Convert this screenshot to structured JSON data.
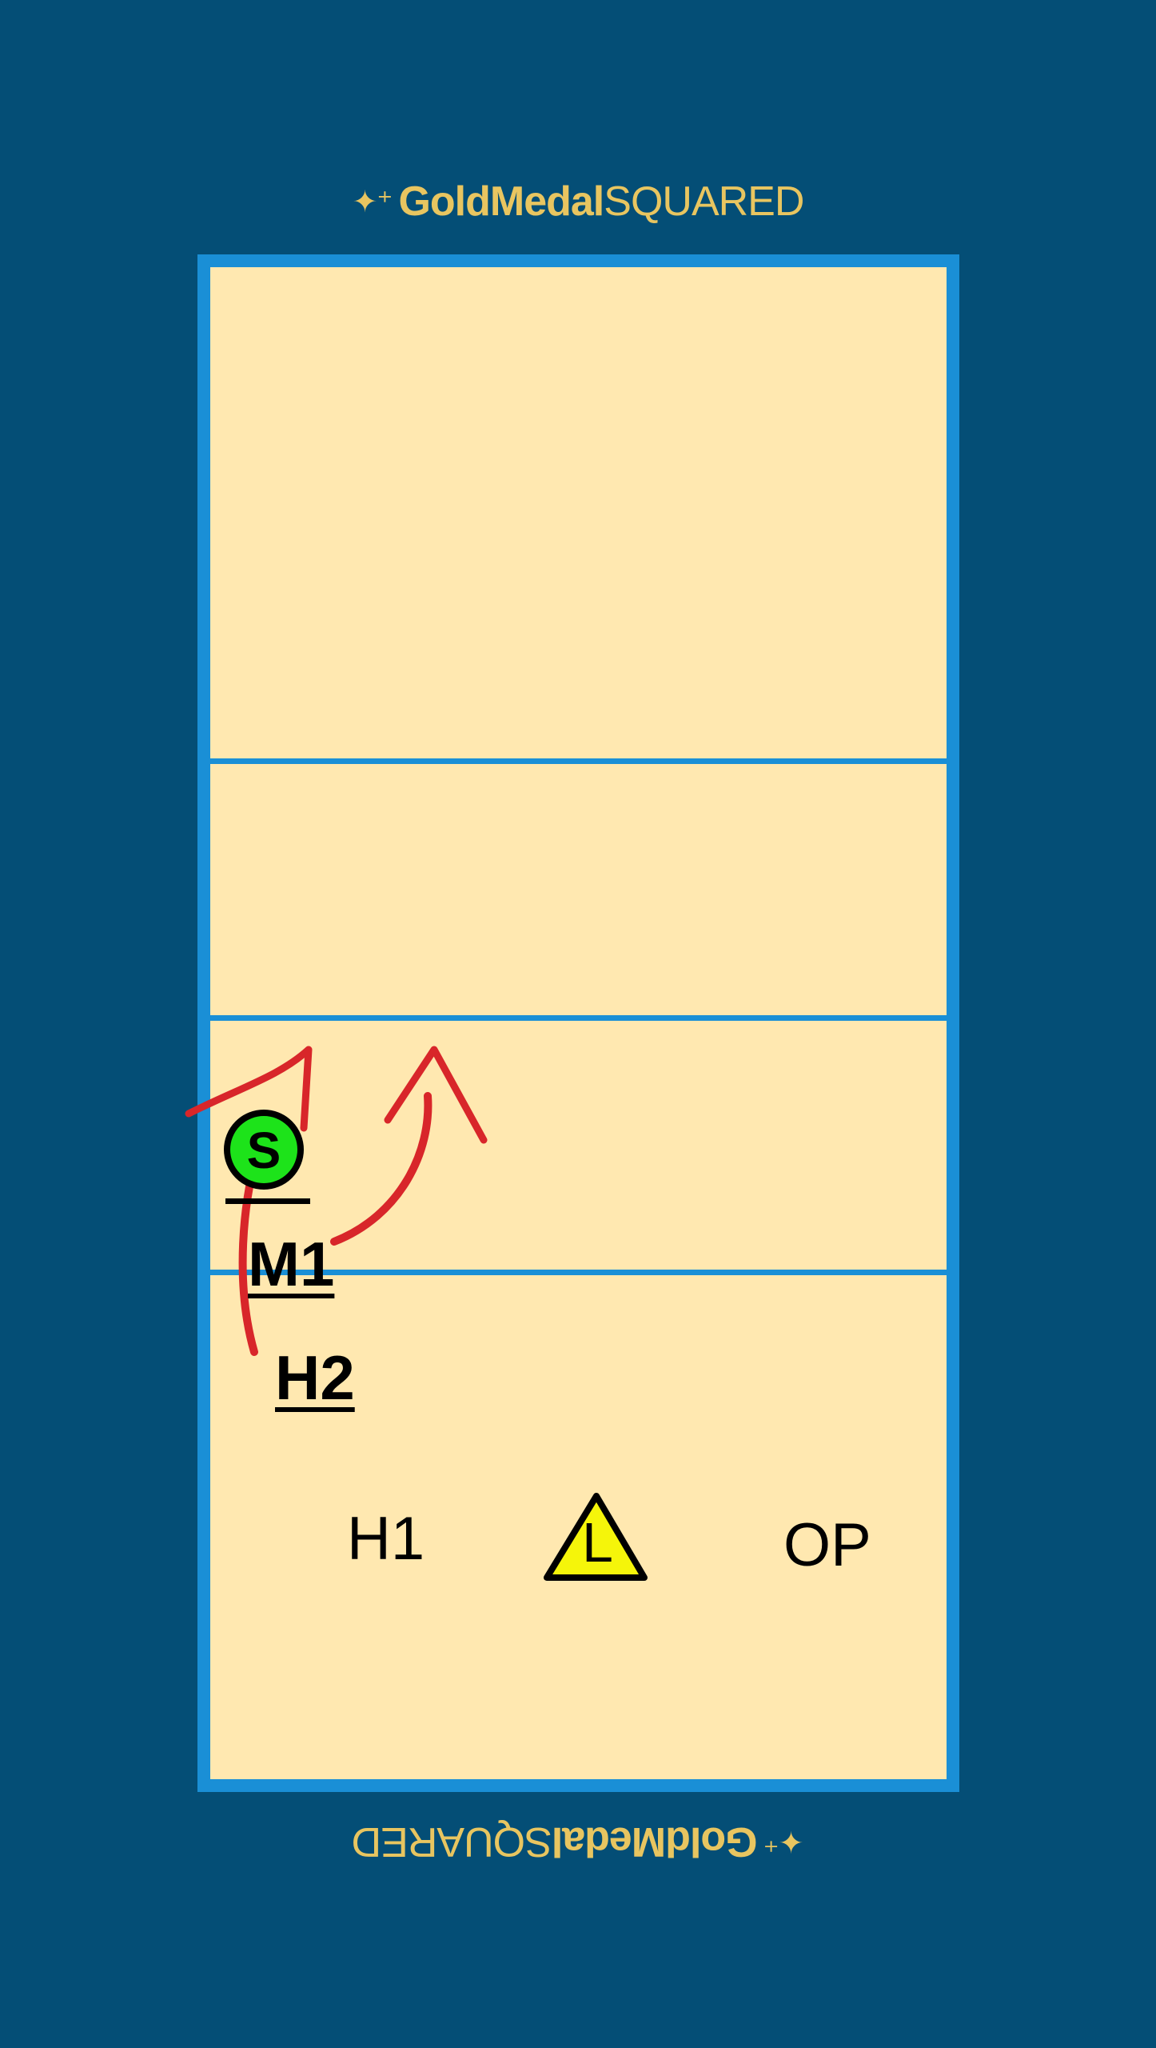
{
  "branding": {
    "logo_bold": "GoldMedal",
    "logo_light": "SQUARED",
    "spark_icon": "sparkle-icon",
    "color": "#e8c560"
  },
  "colors": {
    "background": "#044e76",
    "court": "#ffe8b0",
    "lines": "#1a8fd6",
    "arrows": "#d8262a",
    "setter": "#1de31a",
    "libero": "#f5f50a"
  },
  "players": {
    "setter": "S",
    "middle": "M1",
    "hitter2": "H2",
    "hitter1": "H1",
    "opposite": "OP",
    "libero": "L"
  }
}
